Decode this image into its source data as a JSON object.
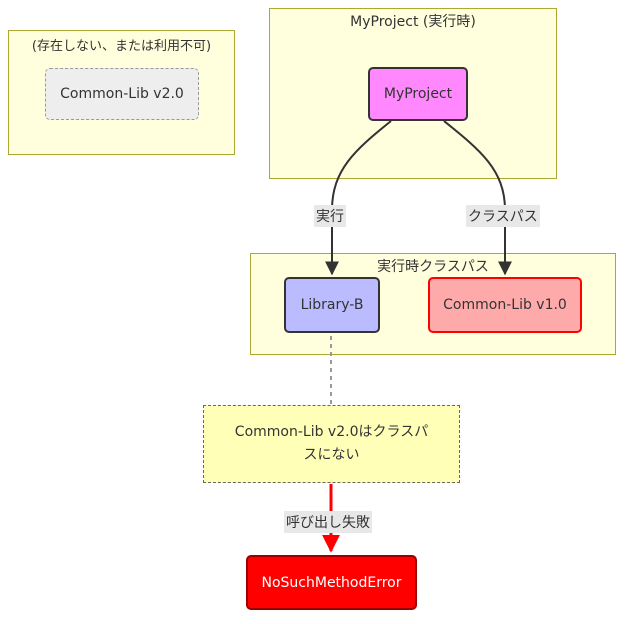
{
  "clusters": {
    "unavailable": {
      "title": "(存在しない、または利用不可)"
    },
    "runtime": {
      "title": "MyProject (実行時)"
    },
    "classpath": {
      "title": "実行時クラスパス"
    }
  },
  "nodes": {
    "common_v2": "Common-Lib v2.0",
    "myproject": "MyProject",
    "library_b": "Library-B",
    "common_v1": "Common-Lib v1.0",
    "not_on_classpath": "Common-Lib v2.0はクラスパスにない",
    "error": "NoSuchMethodError"
  },
  "edges": {
    "run": "実行",
    "classpath": "クラスパス",
    "call_fail": "呼び出し失敗"
  },
  "colors": {
    "cluster_fill": "#ffffde",
    "cluster_border": "#aaaa33",
    "myproject_fill": "#ff88ff",
    "library_b_fill": "#bbbbff",
    "common_v1_fill": "#ffaaaa",
    "error_fill": "#ff0000",
    "failure_edge": "#ff0000"
  }
}
